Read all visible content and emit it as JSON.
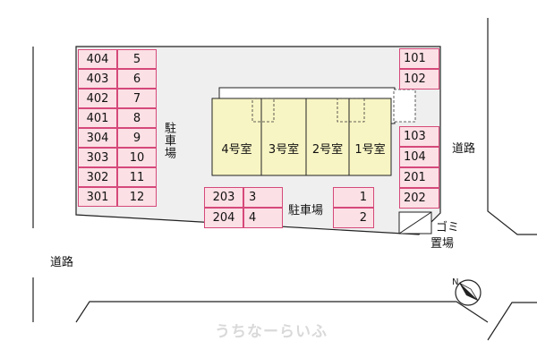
{
  "colors": {
    "lot": "#efefef",
    "building": "#f8f5c4",
    "stall_fill": "#fbe0e5",
    "stall_border": "#d5497a",
    "line": "#222222"
  },
  "parking_left": {
    "rows": [
      [
        "404",
        "5"
      ],
      [
        "403",
        "6"
      ],
      [
        "402",
        "7"
      ],
      [
        "401",
        "8"
      ],
      [
        "304",
        "9"
      ],
      [
        "303",
        "10"
      ],
      [
        "302",
        "11"
      ],
      [
        "301",
        "12"
      ]
    ],
    "label": "駐車場"
  },
  "parking_center": {
    "rows": [
      [
        "203",
        "3"
      ],
      [
        "204",
        "4"
      ]
    ],
    "label": "駐車場"
  },
  "parking_right_pair": [
    "1",
    "2"
  ],
  "parking_right_top": [
    "101",
    "102"
  ],
  "parking_right_bottom": [
    "103",
    "104",
    "201",
    "202"
  ],
  "building": {
    "rooms": [
      "4号室",
      "3号室",
      "2号室",
      "1号室"
    ]
  },
  "garbage": "ゴミ置場",
  "road_right": "道路",
  "road_left": "道路",
  "compass_icon": "north-arrow-icon",
  "watermark": "うちなーらいふ"
}
